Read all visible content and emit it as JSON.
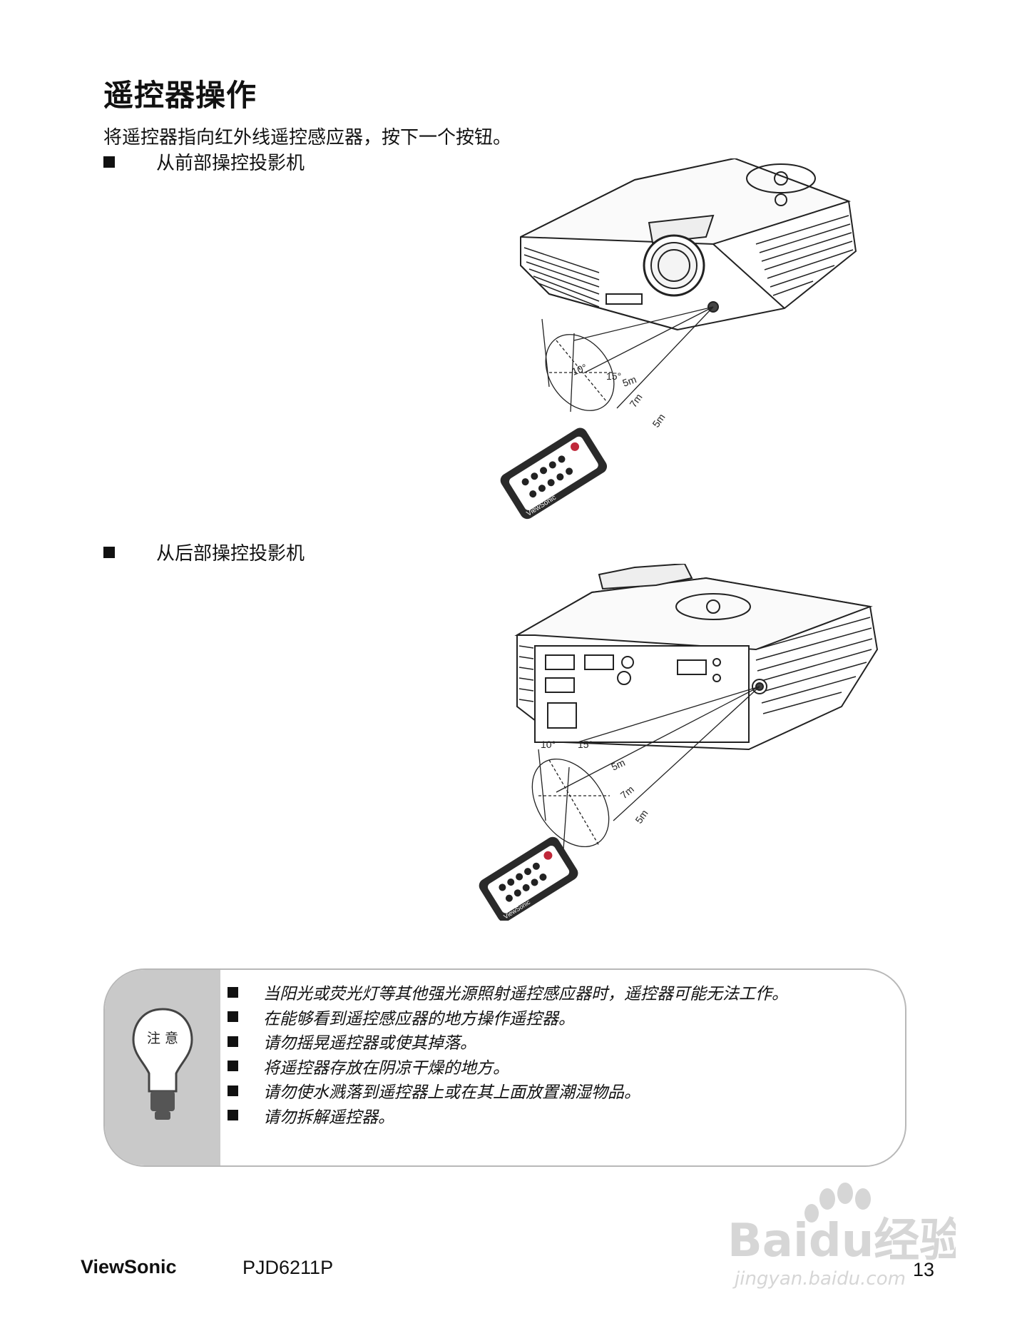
{
  "page": {
    "title": "遥控器操作",
    "intro": "将遥控器指向红外线遥控感应器，按下一个按钮。",
    "sections": [
      {
        "label": "从前部操控投影机"
      },
      {
        "label": "从后部操控投影机"
      }
    ],
    "diagram_labels": {
      "angle_left": "10°",
      "angle_right": "15°",
      "dist_a": "5m",
      "dist_b": "7m",
      "dist_c": "5m",
      "remote_brand": "ViewSonic"
    }
  },
  "note": {
    "badge": "注 意",
    "items": [
      "当阳光或荧光灯等其他强光源照射遥控感应器时，遥控器可能无法工作。",
      "在能够看到遥控感应器的地方操作遥控器。",
      "请勿摇晃遥控器或使其掉落。",
      "将遥控器存放在阴凉干燥的地方。",
      "请勿使水溅落到遥控器上或在其上面放置潮湿物品。",
      "请勿拆解遥控器。"
    ]
  },
  "footer": {
    "brand": "ViewSonic",
    "model": "PJD6211P",
    "page_number": "13"
  },
  "watermark": {
    "logo": "Baidu经验",
    "url": "jingyan.baidu.com"
  }
}
